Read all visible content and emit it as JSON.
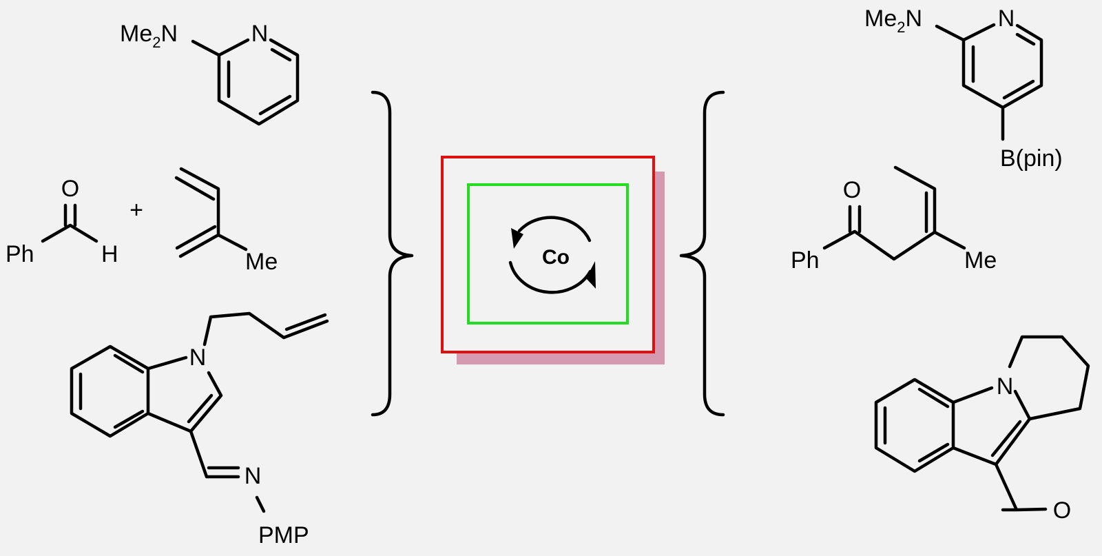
{
  "colors": {
    "background": "#f2f2f2",
    "outer_box": "#e01010",
    "inner_box": "#22dd22",
    "shadow": "#d59ab0",
    "ink": "#000000"
  },
  "catalyst": {
    "label": "Co"
  },
  "reactants": {
    "pyridine": {
      "amine_prefix": "Me",
      "amine_sub": "2",
      "amine_suffix": "N",
      "ring_n": "N"
    },
    "aldehyde": {
      "o": "O",
      "ph": "Ph",
      "h": "H"
    },
    "plus": "+",
    "diene": {
      "me": "Me"
    },
    "indole": {
      "n": "N",
      "imine_n": "N",
      "pmp": "PMP"
    }
  },
  "products": {
    "borylpyridine": {
      "amine_prefix": "Me",
      "amine_sub": "2",
      "amine_suffix": "N",
      "ring_n": "N",
      "bpin": "B(pin)"
    },
    "ketone": {
      "o": "O",
      "ph": "Ph",
      "me": "Me"
    },
    "tricycle": {
      "n": "N",
      "o": "O"
    }
  }
}
